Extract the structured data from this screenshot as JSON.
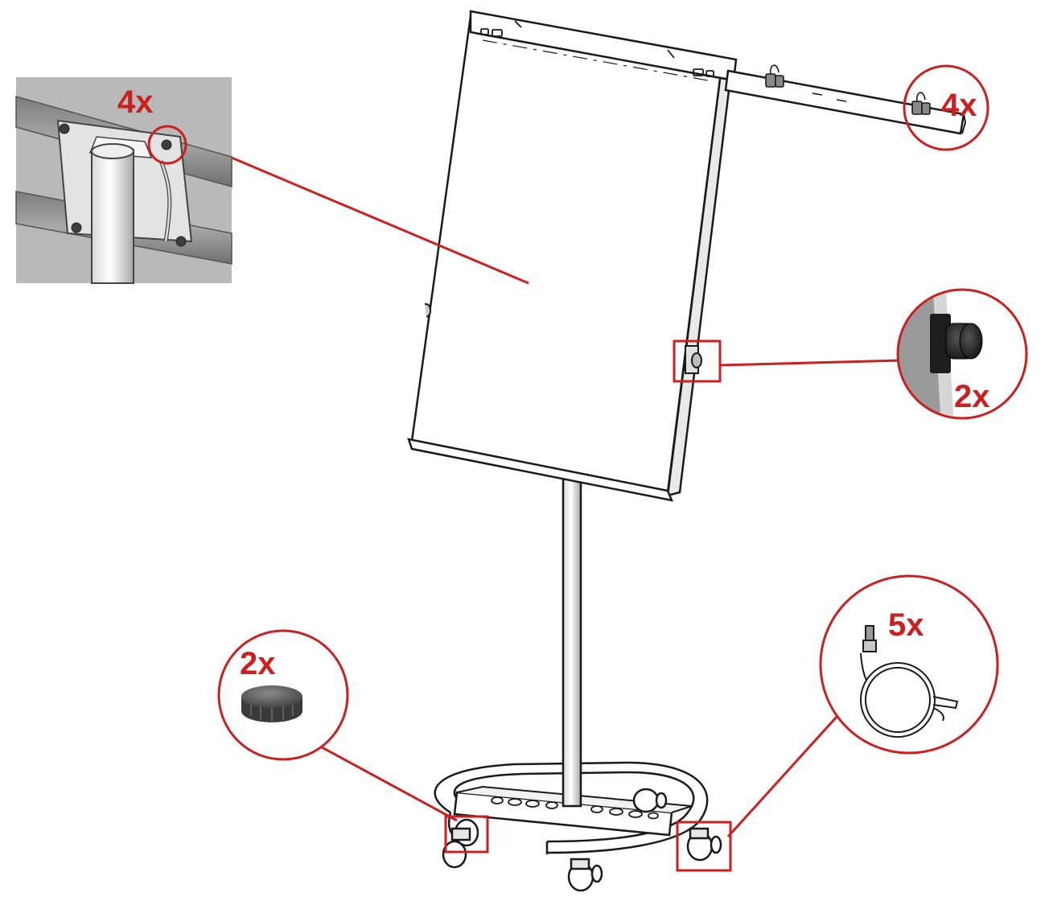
{
  "colors": {
    "callout": "#cc1f1f",
    "line": "#1a1a1a",
    "inset_background": "#b9b9b9",
    "inset_rail": "#8f8f8f",
    "cap_fill": "#555555"
  },
  "callouts": {
    "board_bracket": {
      "label": "4x",
      "icon": "bracket-screw-icon"
    },
    "arm_clips": {
      "label": "4x",
      "icon": "paper-clip-icon"
    },
    "side_knob": {
      "label": "2x",
      "icon": "knob-icon"
    },
    "end_cap": {
      "label": "2x",
      "icon": "end-cap-icon"
    },
    "caster": {
      "label": "5x",
      "icon": "caster-wheel-icon"
    }
  }
}
